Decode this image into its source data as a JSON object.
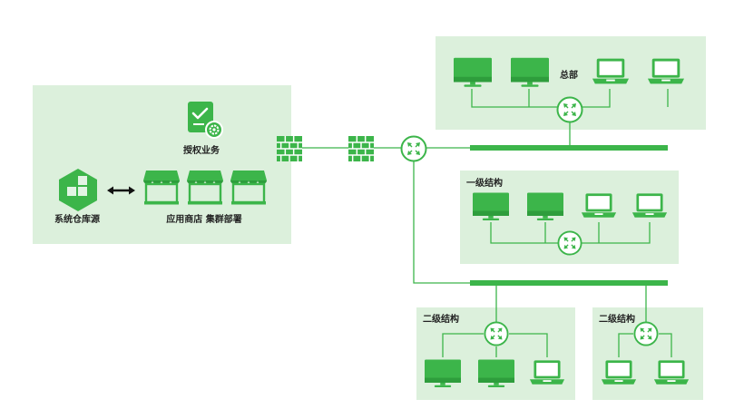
{
  "colors": {
    "accent": "#3cb54a",
    "accent_dark": "#2e9d3c",
    "panel_bg": "#dcf0dc",
    "line": "#3cb54a",
    "text": "#222222"
  },
  "labels": {
    "auth": "授权业务",
    "warehouse": "系统仓库源",
    "stores": "应用商店 集群部署",
    "hq": "总部",
    "level1": "一级结构",
    "level2_left": "二级结构",
    "level2_right": "二级结构"
  },
  "icons": {
    "auth": "certificate-gear-icon",
    "warehouse": "cubes-hexagon-icon",
    "store": "storefront-icon",
    "firewall": "firewall-brick-icon",
    "router": "router-arrows-icon",
    "monitor": "desktop-monitor-icon",
    "laptop": "laptop-icon",
    "bidirectional": "double-arrow-icon"
  }
}
